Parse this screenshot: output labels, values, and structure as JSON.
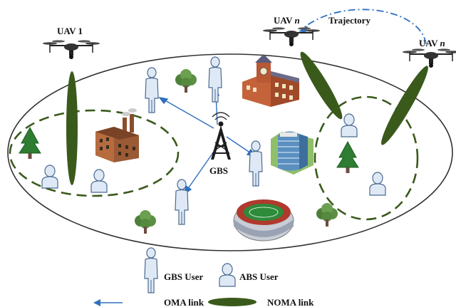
{
  "labels": {
    "uav1_prefix": "UAV 1",
    "uavn_prefix": "UAV ",
    "uavn_var": "n",
    "trajectory": "Trajectory",
    "gbs": "GBS"
  },
  "legend": {
    "gbs_user": "GBS User",
    "abs_user": "ABS User",
    "oma_link": "OMA link",
    "noma_link": "NOMA link"
  },
  "colors": {
    "oma_arrow": "#2f6fc0",
    "noma_beam": "#3a5a1c",
    "cluster_dash": "#3a5a1c",
    "user_fill": "#dfe9f6",
    "user_stroke": "#4a6a90"
  },
  "icons": [
    "drone-icon",
    "tower-icon",
    "factory-icon",
    "school-icon",
    "office-building-icon",
    "stadium-icon",
    "tree-icon",
    "bush-icon",
    "gbs-user-icon",
    "abs-user-icon"
  ]
}
